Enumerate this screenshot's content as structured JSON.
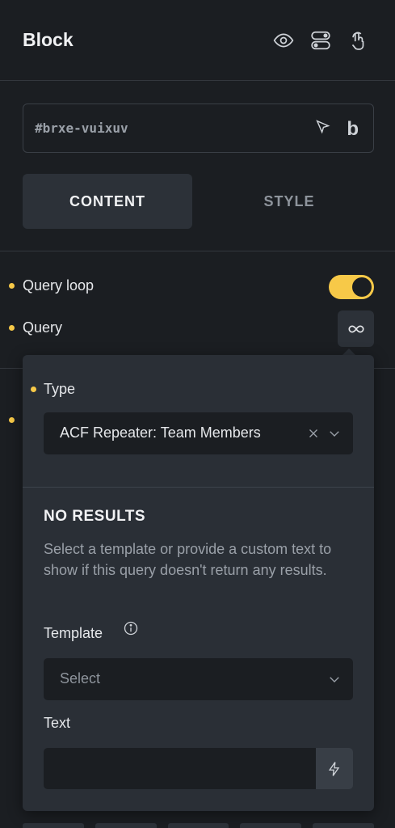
{
  "header": {
    "title": "Block",
    "icons": [
      "eye-icon",
      "toggle-icon",
      "pointer-hand-icon"
    ]
  },
  "element_id": {
    "value": "#brxe-vuixuv",
    "icons": [
      "cursor-select-icon",
      "bricks-logo-icon"
    ],
    "logo_letter": "b"
  },
  "tabs": [
    {
      "label": "CONTENT",
      "active": true
    },
    {
      "label": "STYLE",
      "active": false
    }
  ],
  "controls": {
    "query_loop": {
      "label": "Query loop",
      "enabled": true
    },
    "query": {
      "label": "Query",
      "icon": "infinity-icon"
    }
  },
  "popup": {
    "type_label": "Type",
    "type_value": "ACF Repeater: Team Members",
    "no_results_title": "NO RESULTS",
    "no_results_desc": "Select a template or provide a custom text to show if this query doesn't return any results.",
    "template_label": "Template",
    "template_placeholder": "Select",
    "text_label": "Text",
    "text_value": ""
  },
  "colors": {
    "background": "#1b1e22",
    "panel": "#2a2f36",
    "accent": "#f7c948",
    "text": "#e6e8eb",
    "muted": "#9aa0a8"
  }
}
